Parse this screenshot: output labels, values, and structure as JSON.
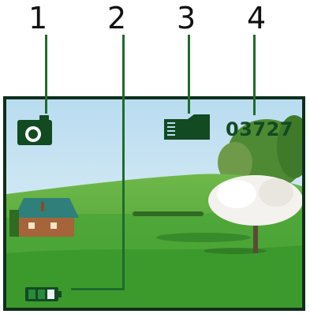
{
  "callouts": [
    {
      "number": "1",
      "target": "camera-mode-icon"
    },
    {
      "number": "2",
      "target": "battery-icon"
    },
    {
      "number": "3",
      "target": "sd-card-icon"
    },
    {
      "number": "4",
      "target": "remaining-shots-counter"
    }
  ],
  "display": {
    "remaining_shots": "03727",
    "icons": [
      "camera-icon",
      "sd-card-icon",
      "battery-icon"
    ],
    "accent_color": "#124a22"
  }
}
